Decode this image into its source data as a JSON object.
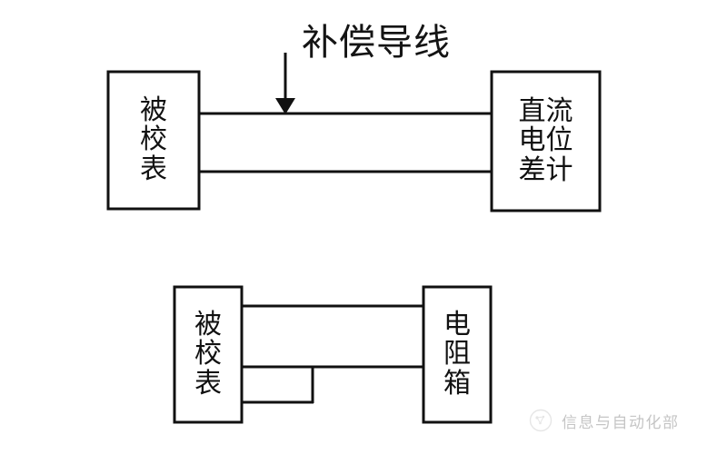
{
  "figure": {
    "background_color": "#ffffff",
    "stroke_color": "#111111",
    "annotation_color": "#141414"
  },
  "diagram_top": {
    "name": "thermocouple-potentiometer-wiring",
    "annotation": {
      "label": "补偿导线",
      "pointer": "down-arrow"
    },
    "left_box": {
      "label_lines": [
        "被",
        "校",
        "表"
      ],
      "label_full": "被校表"
    },
    "right_box": {
      "label_lines": [
        "直流",
        "电位",
        "差计"
      ],
      "label_full": "直流电位差计"
    },
    "wires": [
      {
        "name": "upper-wire"
      },
      {
        "name": "lower-wire"
      }
    ]
  },
  "diagram_bottom": {
    "name": "rtd-resistance-box-wiring",
    "left_box": {
      "label_lines": [
        "被",
        "校",
        "表"
      ],
      "label_full": "被校表"
    },
    "right_box": {
      "label_lines": [
        "电",
        "阻",
        "箱"
      ],
      "label_full": "电阻箱"
    },
    "wires": [
      {
        "name": "upper-wire"
      },
      {
        "name": "middle-wire"
      },
      {
        "name": "shorting-link-wire"
      }
    ]
  },
  "watermark": {
    "text": "信息与自动化部",
    "logo": "circular-emblem-logo",
    "color": "#c2c2c2"
  }
}
